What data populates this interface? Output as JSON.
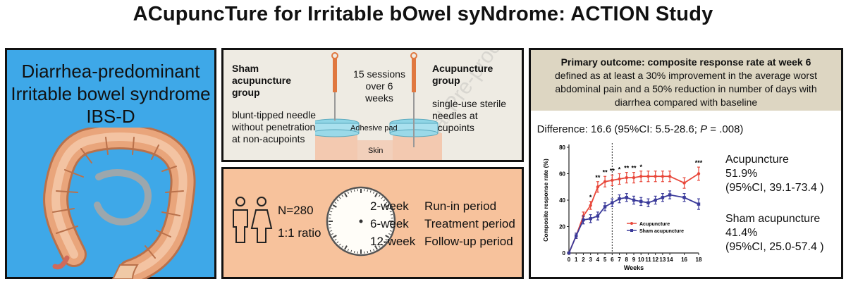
{
  "title": "ACupuncTure for Irritable bOwel syNdrome: ACTION Study",
  "condition": {
    "line1": "Diarrhea-predominant",
    "line2": "Irritable bowel syndrome",
    "line3": "IBS-D"
  },
  "design": {
    "sham_group_label_1": "Sham",
    "sham_group_label_2": "acupuncture",
    "sham_group_label_3": "group",
    "sham_desc_1": "blunt-tipped needle",
    "sham_desc_2": "without penetration",
    "sham_desc_3": "at non-acupoints",
    "sessions_1": "15 sessions",
    "sessions_2": "over 6",
    "sessions_3": "weeks",
    "acu_group_label_1": "Acupuncture",
    "acu_group_label_2": "group",
    "acu_desc_1": "single-use sterile",
    "acu_desc_2": "needles at",
    "acu_desc_3": "acupoints",
    "pad_label": "Adhesive pad",
    "skin_label": "Skin",
    "watermark": "Journal Pre-proof"
  },
  "enrollment": {
    "n": "N=280",
    "ratio": "1:1 ratio",
    "periods": [
      {
        "duration": "2-week",
        "name": "Run-in period"
      },
      {
        "duration": "6-week",
        "name": "Treatment period"
      },
      {
        "duration": "12-week",
        "name": "Follow-up period"
      }
    ]
  },
  "outcome": {
    "heading": "Primary outcome: composite response rate at week 6",
    "def_1": "defined as at least a 30% improvement in the average worst",
    "def_2": "abdominal pain and a 50% reduction in number of days with",
    "def_3": "diarrhea compared with baseline",
    "difference_prefix": "Difference: 16.6 (95%CI: 5.5-28.6; ",
    "difference_p": "P",
    "difference_suffix": " = .008)",
    "acu_name": "Acupuncture",
    "acu_rate": "51.9%",
    "acu_ci": "(95%CI, 39.1-73.4 )",
    "sham_name": "Sham acupuncture",
    "sham_rate": "41.4%",
    "sham_ci": "(95%CI, 25.0-57.4 )"
  },
  "chart_data": {
    "type": "line",
    "xlabel": "Weeks",
    "ylabel": "Composite response rate (%)",
    "ylim": [
      0,
      80
    ],
    "yticks": [
      0,
      20,
      40,
      60,
      80
    ],
    "x": [
      0,
      1,
      2,
      3,
      4,
      5,
      6,
      7,
      8,
      9,
      10,
      11,
      12,
      13,
      14,
      16,
      18
    ],
    "x_tick_labels": [
      "0",
      "1",
      "2",
      "3",
      "4",
      "5",
      "6",
      "7",
      "8",
      "9",
      "10",
      "11",
      "12",
      "13",
      "14",
      "16",
      "18"
    ],
    "series": [
      {
        "name": "Acupuncture",
        "color": "#e8473a",
        "values": [
          0,
          13,
          28,
          36,
          50,
          54,
          55,
          56,
          57,
          57,
          58,
          58,
          58,
          58,
          58,
          53,
          60
        ],
        "err": [
          0,
          2,
          3,
          3,
          4,
          4,
          4,
          4,
          4,
          4,
          4,
          4,
          4,
          4,
          4,
          4,
          5
        ]
      },
      {
        "name": "Sham acupuncture",
        "color": "#3a3a9a",
        "values": [
          0,
          13,
          25,
          26,
          28,
          35,
          38,
          41,
          42,
          40,
          39,
          38,
          40,
          42,
          44,
          42,
          37
        ],
        "err": [
          0,
          2,
          3,
          3,
          3,
          3,
          3,
          3,
          3,
          3,
          3,
          3,
          3,
          3,
          3,
          3,
          4
        ]
      }
    ],
    "significance": [
      {
        "x": 3,
        "label": "*"
      },
      {
        "x": 4,
        "label": "**"
      },
      {
        "x": 5,
        "label": "**"
      },
      {
        "x": 6,
        "label": "**"
      },
      {
        "x": 7,
        "label": "*"
      },
      {
        "x": 8,
        "label": "**"
      },
      {
        "x": 9,
        "label": "**"
      },
      {
        "x": 10,
        "label": "*"
      },
      {
        "x": 18,
        "label": "***"
      }
    ],
    "reference_line_x": 6,
    "legend_placement": "bottom-center"
  }
}
